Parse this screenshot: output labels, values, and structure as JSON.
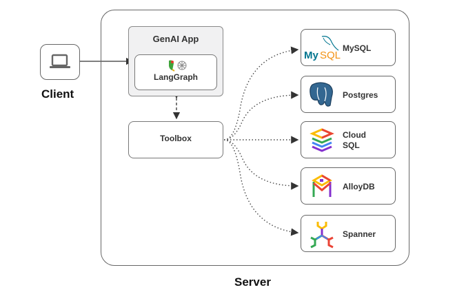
{
  "client": {
    "label": "Client",
    "icon": "laptop-icon"
  },
  "server": {
    "label": "Server"
  },
  "genai_app": {
    "title": "GenAI App",
    "framework": {
      "label": "LangGraph",
      "icons": [
        "parrot-icon",
        "graph-network-icon"
      ]
    }
  },
  "toolbox": {
    "label": "Toolbox"
  },
  "databases": [
    {
      "label": "MySQL",
      "icon": "mysql-logo-icon",
      "logo_text": "MySQL"
    },
    {
      "label": "Postgres",
      "icon": "postgres-elephant-icon"
    },
    {
      "label_line1": "Cloud",
      "label_line2": "SQL",
      "icon": "cloud-sql-icon"
    },
    {
      "label": "AlloyDB",
      "icon": "alloydb-icon"
    },
    {
      "label": "Spanner",
      "icon": "spanner-icon"
    }
  ],
  "colors": {
    "border": "#666666",
    "app_fill": "#f1f1f2",
    "mysql_blue": "#00758f",
    "mysql_orange": "#f29111",
    "postgres_blue": "#336791",
    "google_blue": "#4285f4",
    "google_red": "#ea4335",
    "google_yellow": "#fbbc04",
    "google_green": "#34a853",
    "purple": "#8430ce"
  }
}
